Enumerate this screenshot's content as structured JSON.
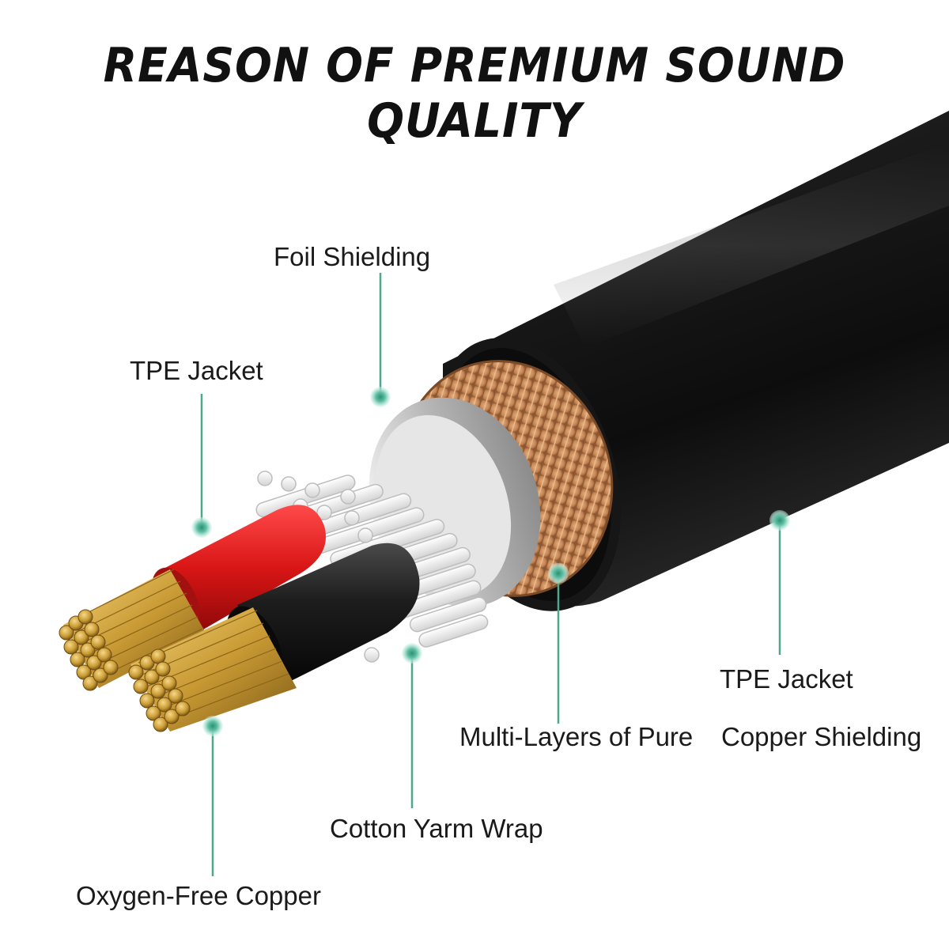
{
  "title": "REASON OF PREMIUM SOUND QUALITY",
  "labels": {
    "foil_shielding": "Foil Shielding",
    "tpe_jacket_inner": "TPE Jacket",
    "tpe_jacket_outer": "TPE Jacket",
    "multi_layers_of_pure": "Multi-Layers of Pure",
    "copper_shielding": "Copper Shielding",
    "cotton_yarm_wrap": "Cotton Yarm Wrap",
    "oxygen_free_copper": "Oxygen-Free Copper"
  },
  "colors": {
    "callout_dot": "#5fbfa4",
    "callout_line": "#4fa88e",
    "outer_jacket": "#1c1c1c",
    "copper_braid": "#c98a55",
    "foil": "#c4c4c4",
    "red_jacket": "#d61a1a",
    "gold_strands": "#c9a038",
    "cotton_yarn": "#f4f4f4"
  }
}
